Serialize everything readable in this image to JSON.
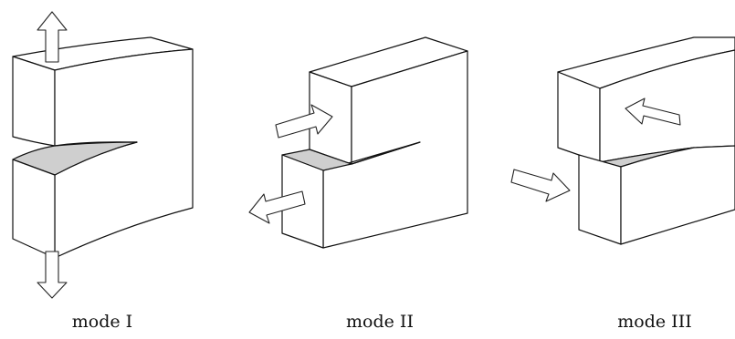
{
  "figure": {
    "captions": [
      "mode I",
      "mode II",
      "mode III"
    ],
    "colors": {
      "line": "#111111",
      "crack_face": "#cfcfcf",
      "background": "#ffffff"
    }
  }
}
